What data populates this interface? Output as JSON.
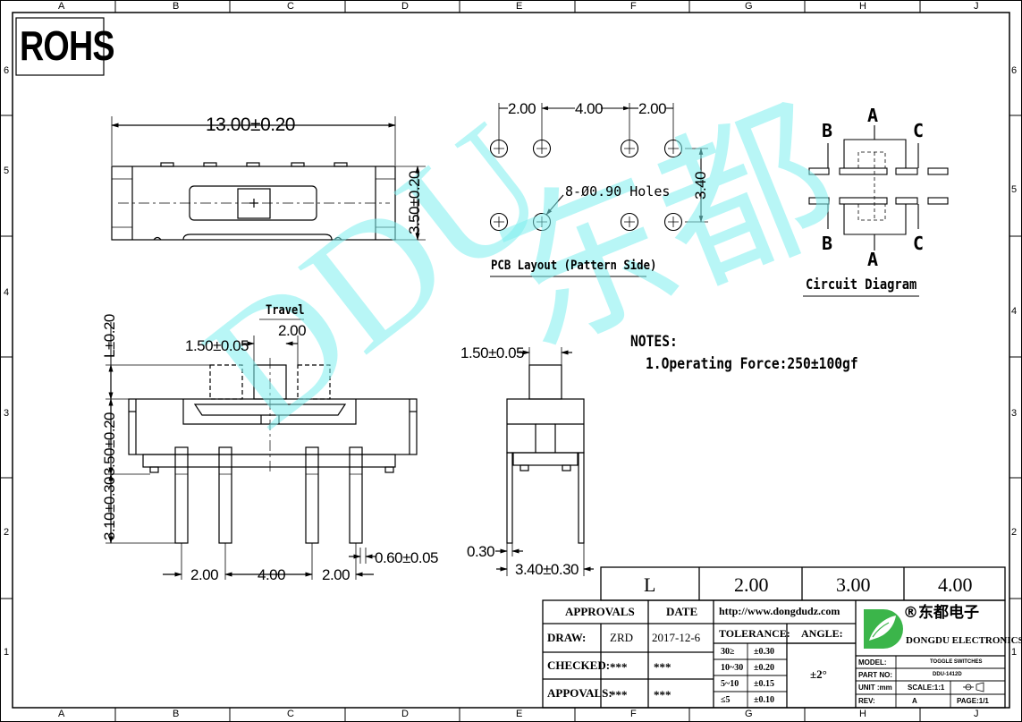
{
  "grid": {
    "columns": [
      "A",
      "B",
      "C",
      "D",
      "E",
      "F",
      "G",
      "H",
      "J"
    ],
    "rows": [
      "6",
      "5",
      "4",
      "3",
      "2",
      "1"
    ]
  },
  "badge": "ROHS",
  "watermark": {
    "latin": "DDU",
    "cjk": "东都"
  },
  "top_view": {
    "width_dim": "13.00±0.20",
    "height_dim": "3.50±0.20"
  },
  "pcb": {
    "dims": [
      "2.00",
      "4.00",
      "2.00"
    ],
    "row_spacing": "3.40",
    "holes": "8-Ø0.90 Holes",
    "caption": "PCB Layout (Pattern Side)"
  },
  "circuit": {
    "labels": [
      "B",
      "A",
      "C"
    ],
    "caption": "Circuit Diagram"
  },
  "front_view": {
    "travel_label": "Travel",
    "travel": "2.00",
    "actuator_width": "1.50±0.05",
    "l_dim": "L±0.20",
    "body_height": "3.50±0.20",
    "pin_length": "3.10±0.30",
    "pin_pitch": [
      "2.00",
      "4.00",
      "2.00"
    ],
    "pin_width": "0.60±0.05"
  },
  "side_view": {
    "actuator_width": "1.50±0.05",
    "pin_thickness": "0.30",
    "pin_span": "3.40±0.30"
  },
  "notes": {
    "title": "NOTES:",
    "items": [
      "1.Operating Force:250±100gf"
    ]
  },
  "l_table": {
    "header": "L",
    "values": [
      "2.00",
      "3.00",
      "4.00"
    ]
  },
  "title_block": {
    "approvals_header": "APPROVALS",
    "date_header": "DATE",
    "rows": [
      {
        "label": "DRAW:",
        "name": "ZRD",
        "date": "2017-12-6"
      },
      {
        "label": "CHECKED:",
        "name": "***",
        "date": "***"
      },
      {
        "label": "APPOVALS:",
        "name": "***",
        "date": "***"
      }
    ],
    "url": "http://www.dongdudz.com",
    "tolerance_label": "TOLERANCE:",
    "angle_label": "ANGLE:",
    "tolerances": [
      {
        "range": "30≥",
        "value": "±0.30"
      },
      {
        "range": "10~30",
        "value": "±0.20"
      },
      {
        "range": "5~10",
        "value": "±0.15"
      },
      {
        "range": "≤5",
        "value": "±0.10"
      }
    ],
    "angle_value": "±2°",
    "company_cn": "®东都电子",
    "company_en": "DONGDU ELECTRONICS",
    "model_label": "MODEL:",
    "model_value": "TOGGLE SWITCHES",
    "part_label": "PART NO:",
    "part_value": "DDU-1412D",
    "unit_label": "UNIT :mm",
    "scale_label": "SCALE:1:1",
    "rev_label": "REV:",
    "rev_value": "A",
    "page_label": "PAGE:1/1"
  }
}
